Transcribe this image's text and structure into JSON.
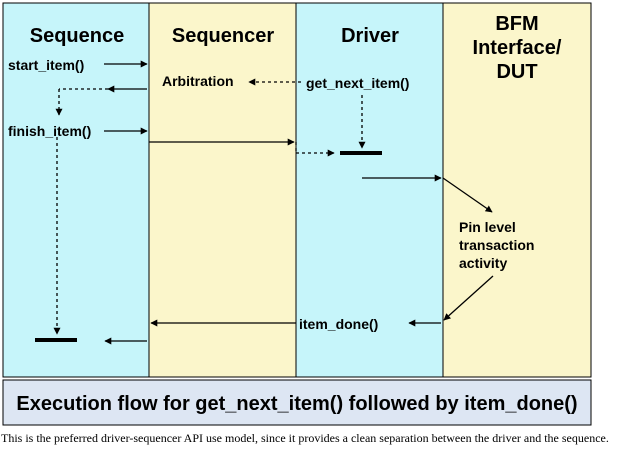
{
  "lanes": {
    "sequence": "Sequence",
    "sequencer": "Sequencer",
    "driver": "Driver",
    "bfm_line1": "BFM",
    "bfm_line2": "Interface/",
    "bfm_line3": "DUT"
  },
  "labels": {
    "start_item": "start_item()",
    "arbitration": "Arbitration",
    "get_next_item": "get_next_item()",
    "finish_item": "finish_item()",
    "pin_level_line1": "Pin level",
    "pin_level_line2": "transaction",
    "pin_level_line3": "activity",
    "item_done": "item_done()"
  },
  "caption": "Execution flow for get_next_item() followed by item_done()",
  "description": "This is the preferred driver-sequencer API use model, since it provides a clean separation between the driver and the sequence.",
  "colors": {
    "cyan_lane": "#C6F5FA",
    "yellow_lane": "#FBF6CB",
    "caption_bg": "#DDE6F3",
    "line": "#000000"
  }
}
